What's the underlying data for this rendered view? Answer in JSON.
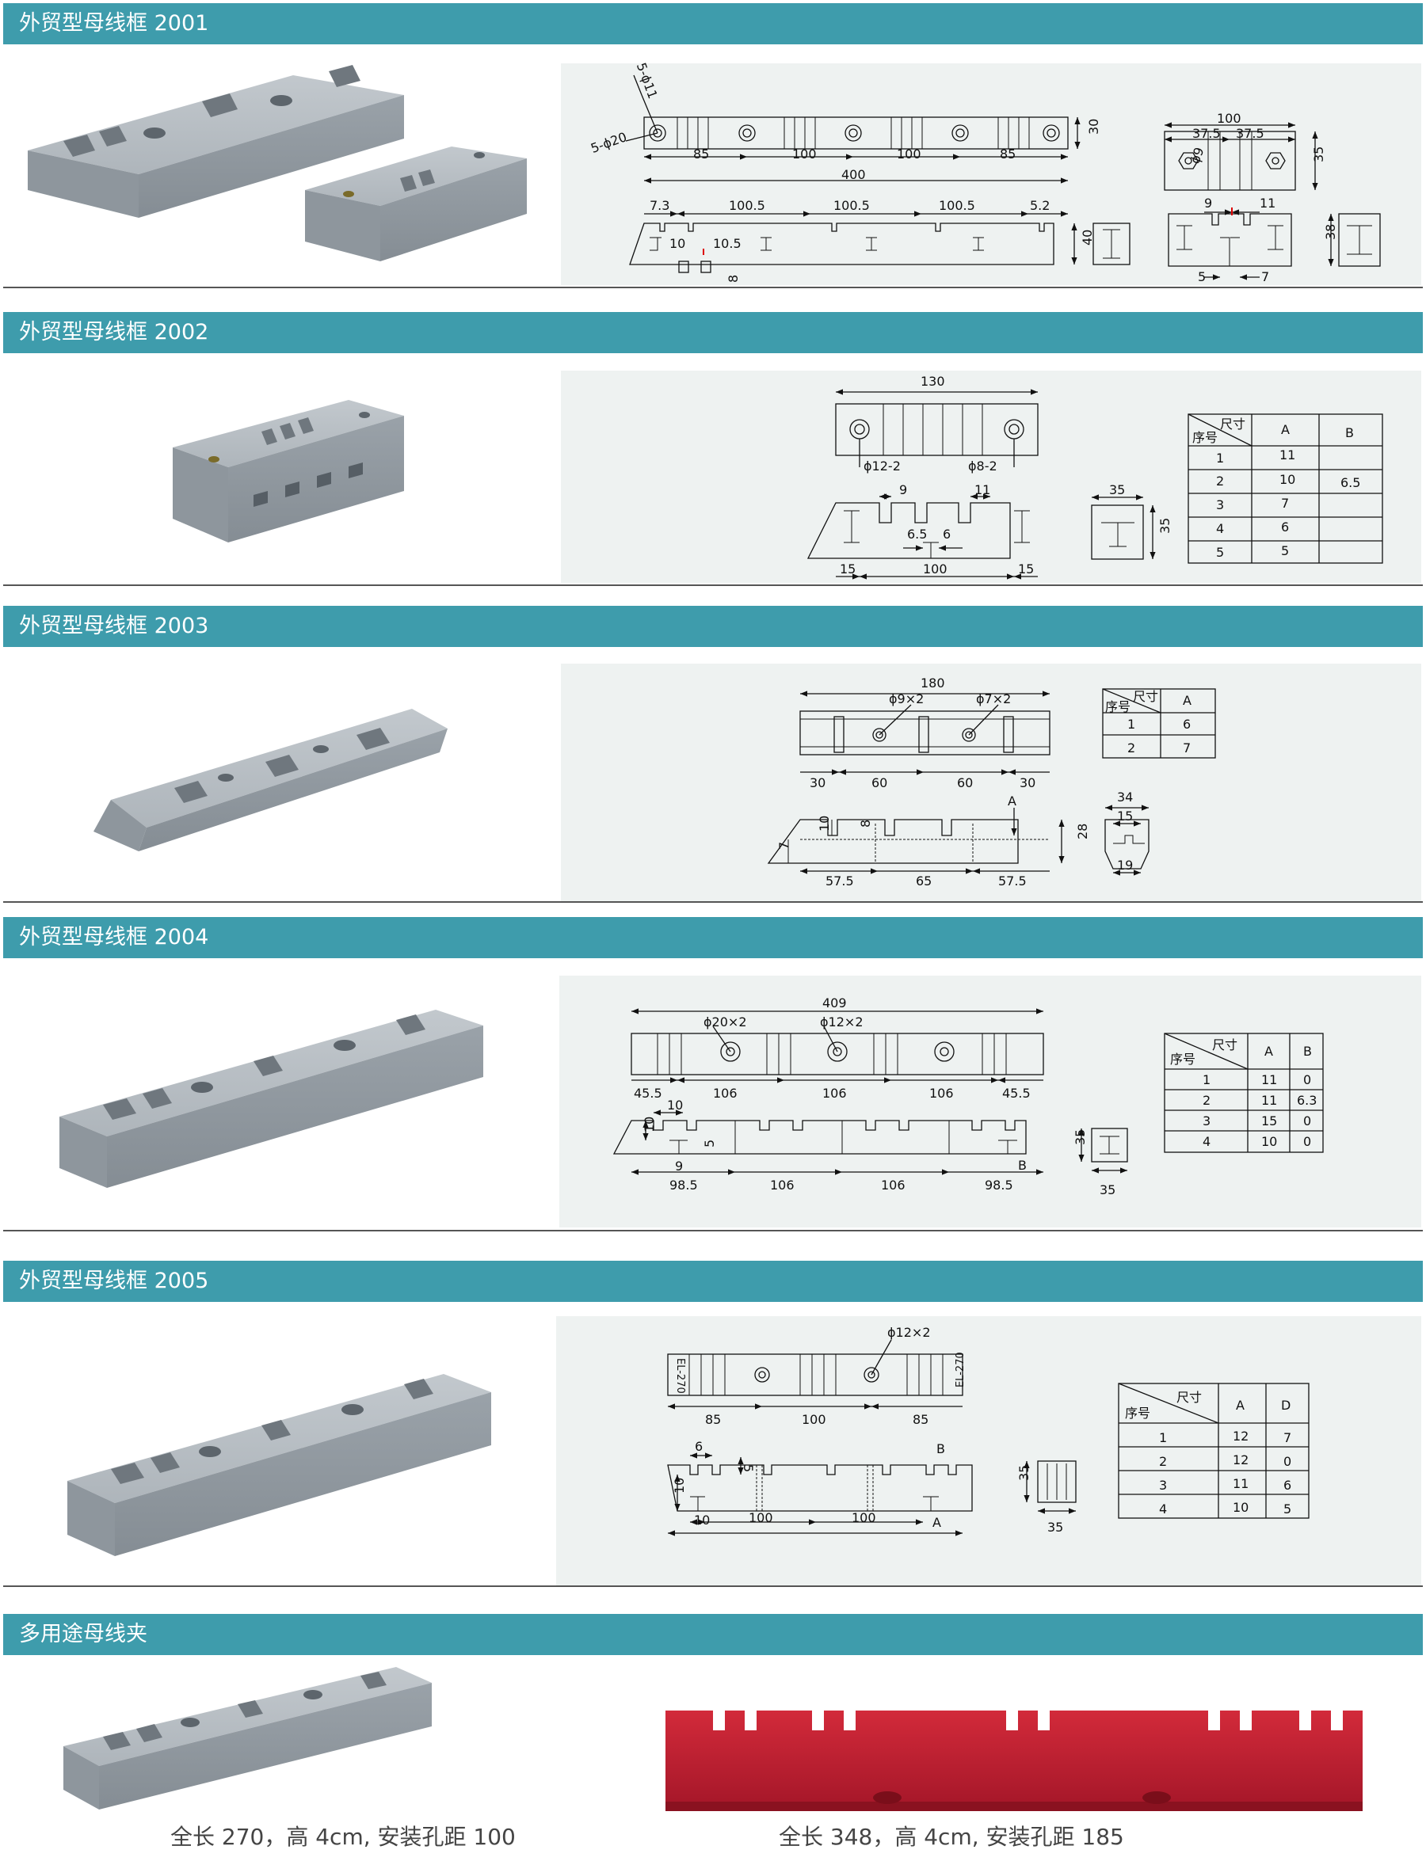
{
  "colors": {
    "header": "#3e9cac",
    "panel": "#eef2f1",
    "stone": "#a9b1b8",
    "red": "#c22032"
  },
  "sections": [
    {
      "title": "外贸型母线框 2001"
    },
    {
      "title": "外贸型母线框 2002"
    },
    {
      "title": "外贸型母线框 2003"
    },
    {
      "title": "外贸型母线框 2004"
    },
    {
      "title": "外贸型母线框 2005"
    },
    {
      "title": "多用途母线夹"
    }
  ],
  "d2001": {
    "hole1": "5-ϕ11",
    "hole2": "5-ϕ20",
    "top": [
      "85",
      "100",
      "100",
      "85"
    ],
    "total": "400",
    "h30": "30",
    "front": [
      "7.3",
      "100.5",
      "100.5",
      "100.5",
      "5.2"
    ],
    "f1": "10",
    "f2": "10.5",
    "f3": "8",
    "h40": "40",
    "r_w": "100",
    "r_a": "37.5",
    "r_b": "37.5",
    "r_hole": "ϕ9",
    "r_h35": "35",
    "r2_a": "9",
    "r2_b": "11",
    "r2_c": "5",
    "r2_d": "7",
    "r2_h": "38"
  },
  "d2002": {
    "w130": "130",
    "h1": "ϕ12-2",
    "h2": "ϕ8-2",
    "s9": "9",
    "s11": "11",
    "s65": "6.5",
    "s6": "6",
    "b15a": "15",
    "b100": "100",
    "b15b": "15",
    "side35": "35",
    "side35h": "35",
    "table": {
      "size": "尺寸",
      "no": "序号",
      "cols": [
        "A",
        "B"
      ],
      "rows": [
        [
          "1",
          "11",
          ""
        ],
        [
          "2",
          "10",
          "6.5"
        ],
        [
          "3",
          "7",
          ""
        ],
        [
          "4",
          "6",
          ""
        ],
        [
          "5",
          "5",
          ""
        ]
      ]
    }
  },
  "d2003": {
    "w180": "180",
    "h1": "ϕ9×2",
    "h2": "ϕ7×2",
    "dims": [
      "30",
      "60",
      "60",
      "30"
    ],
    "s10": "10",
    "s8": "8",
    "sA": "A",
    "s7": "7",
    "h28": "28",
    "bot": [
      "57.5",
      "65",
      "57.5"
    ],
    "p34": "34",
    "p15": "15",
    "p19": "19",
    "table": {
      "size": "尺寸",
      "no": "序号",
      "cols": [
        "A"
      ],
      "rows": [
        [
          "1",
          "6"
        ],
        [
          "2",
          "7"
        ]
      ]
    }
  },
  "d2004": {
    "w409": "409",
    "h1": "ϕ20×2",
    "h2": "ϕ12×2",
    "top": [
      "45.5",
      "106",
      "106",
      "106",
      "45.5"
    ],
    "s10a": "10",
    "s10b": "10",
    "s5": "5",
    "s9": "9",
    "sB": "B",
    "bot": [
      "98.5",
      "106",
      "106",
      "98.5"
    ],
    "e35": "35",
    "e35b": "35",
    "table": {
      "size": "尺寸",
      "no": "序号",
      "cols": [
        "A",
        "B"
      ],
      "rows": [
        [
          "1",
          "11",
          "0"
        ],
        [
          "2",
          "11",
          "6.3"
        ],
        [
          "3",
          "15",
          "0"
        ],
        [
          "4",
          "10",
          "0"
        ]
      ]
    }
  },
  "d2005": {
    "h1": "ϕ12×2",
    "el1": "EL-270",
    "el2": "EL-270",
    "top": [
      "85",
      "100",
      "85"
    ],
    "s6": "6",
    "s5": "5",
    "sB": "B",
    "s10": "10",
    "s10b": "10",
    "b100a": "100",
    "b100b": "100",
    "sA": "A",
    "e35": "35",
    "e35b": "35",
    "table": {
      "size": "尺寸",
      "no": "序号",
      "cols": [
        "A",
        "D"
      ],
      "rows": [
        [
          "1",
          "12",
          "7"
        ],
        [
          "2",
          "12",
          "0"
        ],
        [
          "3",
          "11",
          "6"
        ],
        [
          "4",
          "10",
          "5"
        ]
      ]
    }
  },
  "captions": {
    "left": "全长 270，高 4cm, 安装孔距 100",
    "right": "全长 348，高 4cm, 安装孔距 185"
  }
}
